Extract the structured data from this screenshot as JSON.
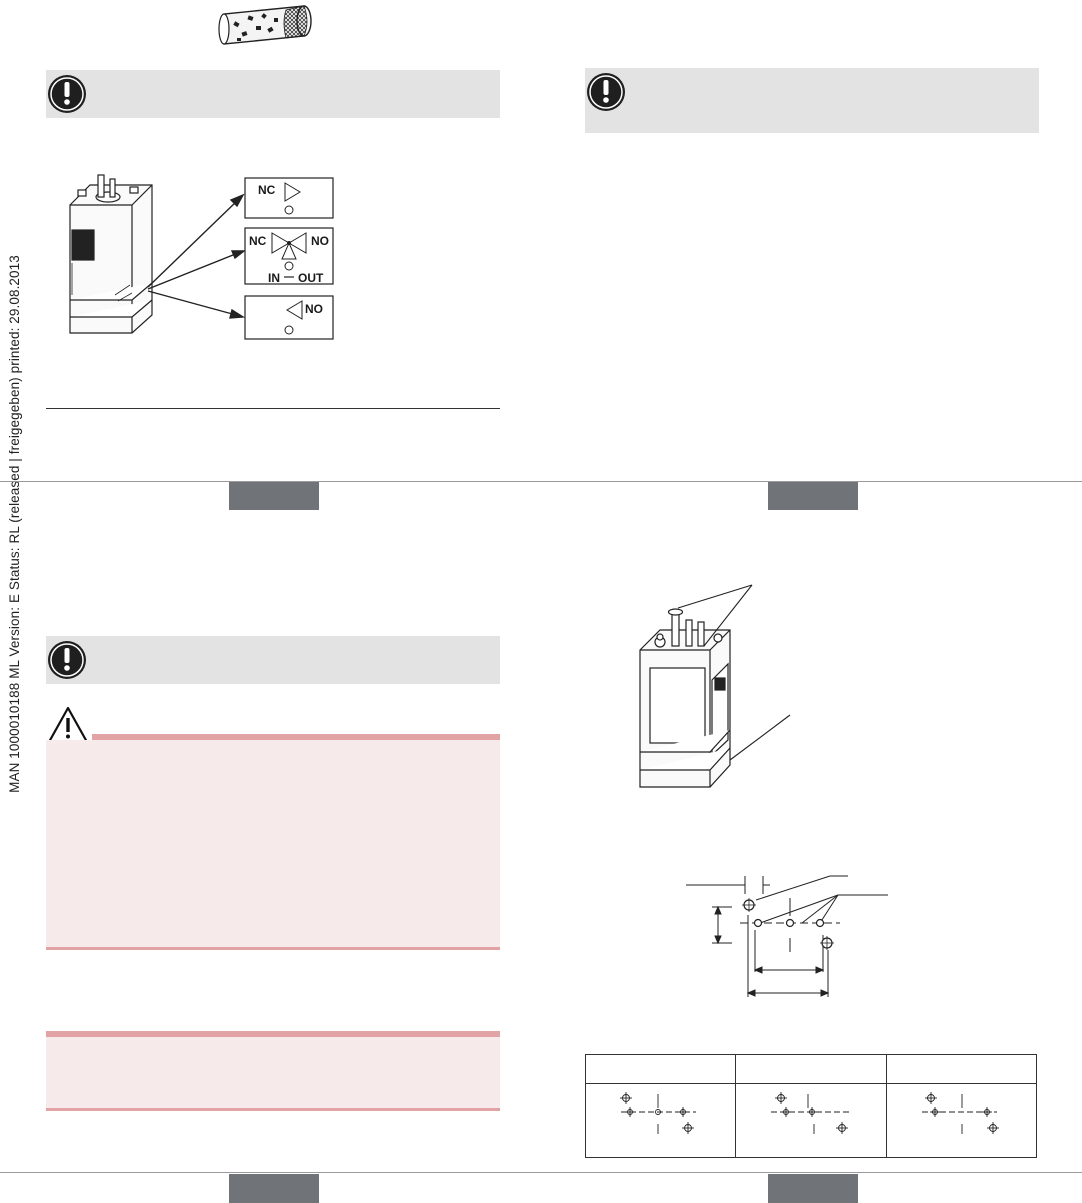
{
  "sidebar": {
    "document_info": "MAN  1000010188  ML  Version: E  Status: RL (released | freigegeben)  printed: 29.08.2013"
  },
  "figures": {
    "function_labels": {
      "nc": "NC",
      "no": "NO",
      "in": "IN",
      "out": "OUT"
    }
  },
  "icons": {
    "important_note": "exclamation-circle-icon",
    "warning": "warning-triangle-icon",
    "filter": "dirt-filter-icon"
  },
  "colors": {
    "note_background": "#e3e3e4",
    "warning_accent": "#e2a3a5",
    "warning_background": "#f7eaeb",
    "page_tab": "#707479"
  }
}
